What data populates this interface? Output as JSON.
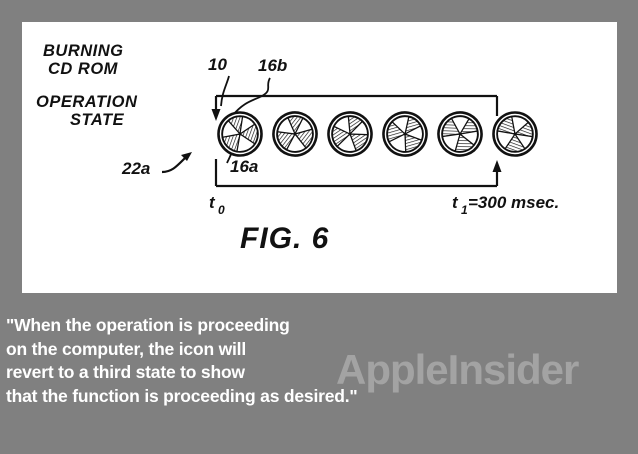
{
  "page": {
    "background_color": "#808080",
    "panel_color": "#ffffff",
    "ink_color": "#111111"
  },
  "figure": {
    "title": "FIG. 6",
    "row_label_line1": "BURNING",
    "row_label_line2": "CD ROM",
    "row_label_line3": "OPERATION",
    "row_label_line4": "STATE",
    "callout_10": "10",
    "callout_16b": "16b",
    "callout_16a": "16a",
    "callout_22a": "22a",
    "time_start": "t",
    "time_start_sub": "0",
    "time_end": "t",
    "time_end_sub": "1",
    "time_end_value": "=300  msec.",
    "icon_name": "burning-cd-rom-pinwheel-icon",
    "icon_count": 6,
    "icon_rotations": [
      0,
      18,
      36,
      54,
      72,
      90
    ]
  },
  "caption": {
    "lines": [
      "\"When the operation is proceeding",
      "on the computer, the icon will",
      "revert to a third state to show",
      "that the function is proceeding as desired.\""
    ]
  },
  "watermark": {
    "text": "AppleInsider",
    "color": "#a3a3a3"
  }
}
